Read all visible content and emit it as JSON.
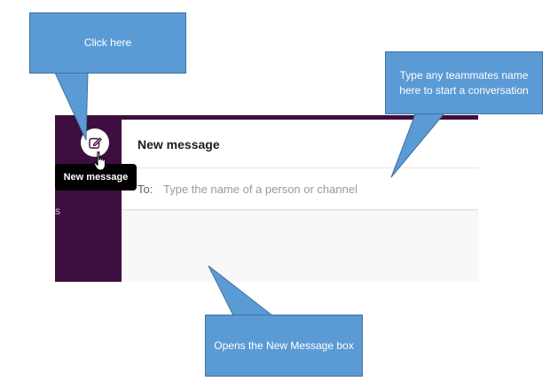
{
  "sidebar": {
    "partial_text": "s"
  },
  "compose": {
    "icon": "compose-icon",
    "tooltip": "New message"
  },
  "new_message": {
    "title": "New message",
    "to_label": "To:",
    "to_placeholder": "Type the name of a person or channel",
    "to_value": ""
  },
  "annotations": {
    "click_here": "Click here",
    "teammates_hint": "Type any teammates name here to start a conversation",
    "opens_box": "Opens the New Message box"
  },
  "colors": {
    "sidebar": "#3f0e40",
    "callout_fill": "#5b9bd5",
    "callout_border": "#41719c",
    "tooltip_bg": "#000000"
  }
}
